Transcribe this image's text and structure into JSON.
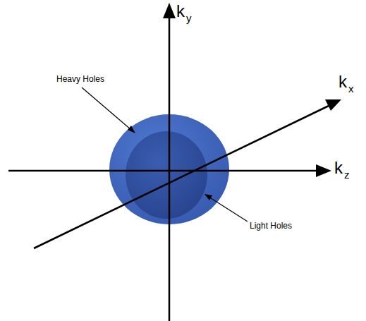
{
  "diagram": {
    "labels": [
      "k",
      "y",
      "k",
      "x",
      "k",
      "z",
      "Heavy Holes",
      "Light Holes"
    ]
  }
}
